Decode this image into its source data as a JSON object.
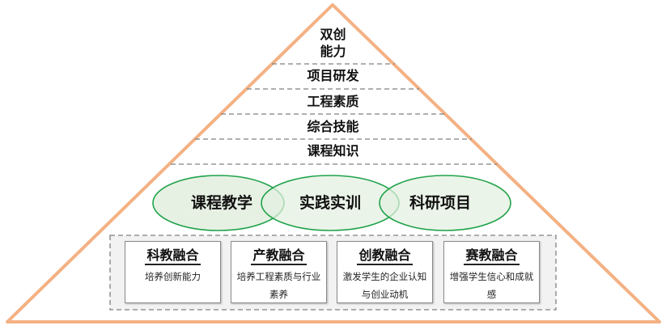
{
  "pyramid": {
    "layers": [
      {
        "id": "double-innovation",
        "line1": "双创",
        "line2": "能力"
      },
      {
        "id": "project-rd",
        "label": "项目研发"
      },
      {
        "id": "engineering-quality",
        "label": "工程素质"
      },
      {
        "id": "comprehensive-skills",
        "label": "综合技能"
      },
      {
        "id": "course-knowledge",
        "label": "课程知识"
      }
    ]
  },
  "circles": [
    {
      "id": "course-teaching",
      "label": "课程教学"
    },
    {
      "id": "practice-training",
      "label": "实践实训"
    },
    {
      "id": "research-project",
      "label": "科研项目"
    }
  ],
  "boxes": [
    {
      "id": "sci-edu",
      "title": "科教融合",
      "desc": "培养创新能力"
    },
    {
      "id": "ind-edu",
      "title": "产教融合",
      "desc": "培养工程素质与行业素养"
    },
    {
      "id": "inno-edu",
      "title": "创教融合",
      "desc": "激发学生的企业认知与创业动机"
    },
    {
      "id": "comp-edu",
      "title": "赛教融合",
      "desc": "增强学生信心和成就感"
    }
  ],
  "colors": {
    "pyramid_stroke": "#f4b183",
    "circle_stroke": "#1fa34a",
    "circle_fill": "#e2efdf",
    "dash": "#808080"
  }
}
